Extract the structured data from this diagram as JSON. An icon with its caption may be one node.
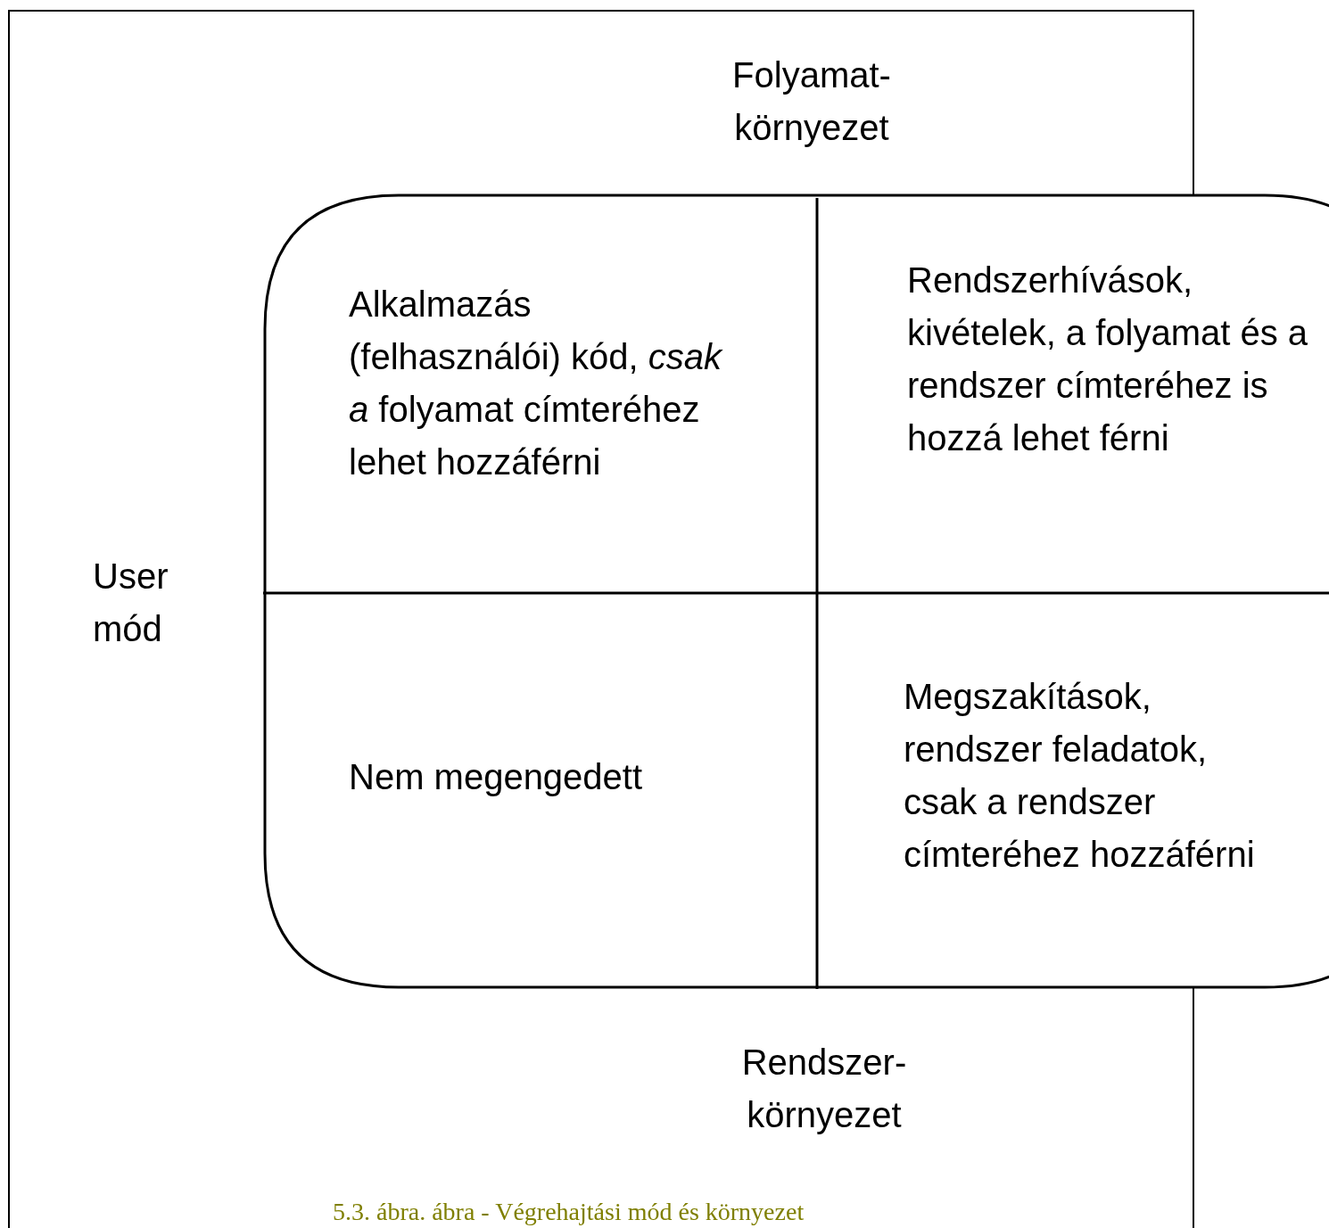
{
  "diagram": {
    "caption": "5.3. ábra. ábra - Végrehajtási mód és környezet",
    "nodes": [
      {
        "text": [],
        "shape": "box"
      },
      {
        "text": [
          "Alkalmazás (felhasználói) kód, *csak a* folyamat címteréhez lehet hozzáférni"
        ],
        "in": 0
      },
      {
        "text": [
          "Rendszerhívások, kivételek, a folyamat és a rendszer címteréhez is hozzá lehet férni"
        ],
        "in": 0
      },
      {
        "text": [
          "Nem megengedett"
        ],
        "in": 0
      },
      {
        "text": [
          "Megszakítások, rendszer feladatok, csak a rendszer címteréhez hozzáférni"
        ],
        "in": 0
      }
    ],
    "labels": [
      "Folyamat- környezet",
      "User mód",
      "Rendszer- környezet"
    ]
  }
}
